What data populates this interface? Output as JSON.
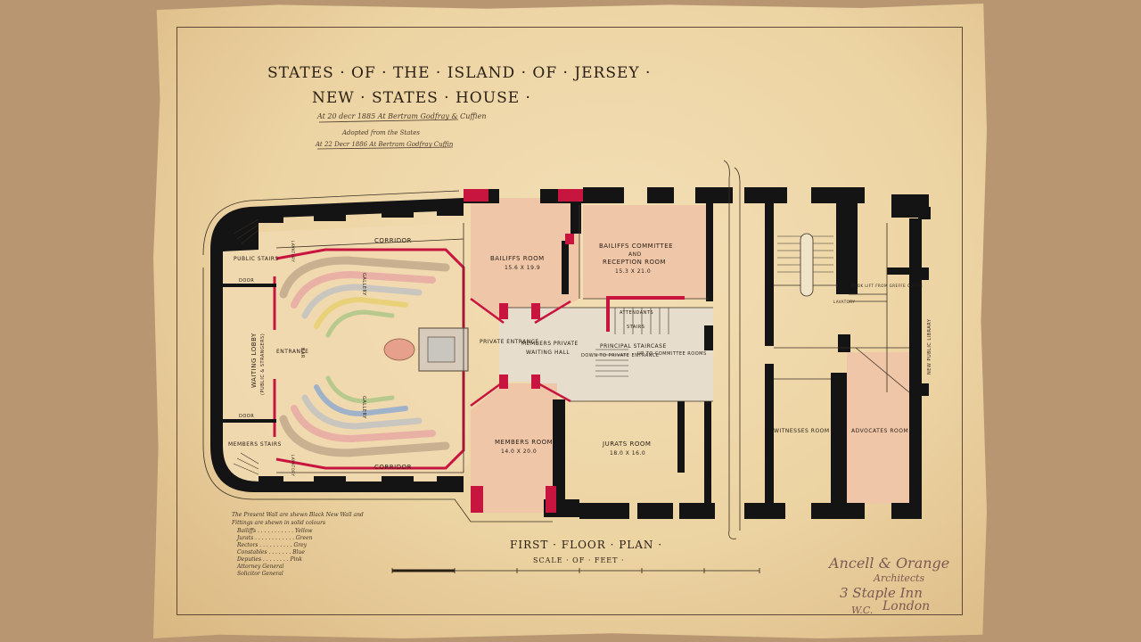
{
  "title": {
    "line1": "STATES · OF · THE · ISLAND · OF · JERSEY ·",
    "line2": "NEW · STATES · HOUSE ·",
    "note1": "At 20 decr 1885 At Bertram Godfray & Cuffien",
    "note2": "Adopted from the States",
    "note3": "At 22 Decr 1886 At Bertram Godfray Cuffin"
  },
  "rooms": {
    "corridor_top": "CORRIDOR",
    "corridor_bottom": "CORRIDOR",
    "public_stairs": "PUBLIC STAIRS",
    "members_stairs": "MEMBERS STAIRS",
    "waiting_lobby": "WAITING LOBBY",
    "waiting_lobby_sub": "(PUBLIC & STRANGERS)",
    "entrance": "ENTRANCE",
    "bar": "BAR",
    "gallery_top": "GALLERY",
    "gallery_bottom": "GALLERY",
    "lavatory_top": "LAVATORY",
    "lavatory_bottom": "LAVATORY",
    "door_top": "DOOR",
    "door_bottom": "DOOR",
    "bailiffs_room": "BAILIFFS ROOM",
    "bailiffs_room_dim": "15.6 X 19.9",
    "bailiffs_committee_line1": "BAILIFFS COMMITTEE",
    "bailiffs_committee_line2": "AND",
    "bailiffs_committee_line3": "RECEPTION ROOM",
    "bailiffs_committee_dim": "15.3 X 21.0",
    "attendants": "ATTENDANTS",
    "stairs": "STAIRS",
    "private_entrance": "PRIVATE ENTRANCE",
    "members_private": "MEMBERS PRIVATE",
    "waiting_hall": "WAITING HALL",
    "principal_staircase": "PRINCIPAL STAIRCASE",
    "up_to_committee": "UP TO COMMITTEE ROOMS",
    "down_to_private": "DOWN TO PRIVATE ENTRANCE",
    "members_room": "MEMBERS ROOM",
    "members_room_dim": "14.0 X 20.0",
    "jurats_room": "JURATS ROOM",
    "jurats_room_dim": "18.0 X 16.0",
    "witnesses_room": "WITNESSES ROOM",
    "advocates_room": "ADVOCATES ROOM",
    "lavatory_right": "LAVATORY",
    "book_lift": "BOOK LIFT FROM GREFFE OFFICE",
    "new_public_library": "NEW PUBLIC LIBRARY"
  },
  "legend": {
    "lines": [
      "The Present Wall are shewn Black New Wall and",
      "Fittings are shewn in solid colours",
      "Bailiffs . . . . . . . . . . . Yellow",
      "Jurats . . . . . . . . . . . . Green",
      "Rectors . . . . . . . . . . Grey",
      "Constables . . . . . . . Blue",
      "Deputies . . . . . . . . Pink",
      "Attorney General",
      "Solicitor General"
    ]
  },
  "footer": {
    "plan_title": "FIRST · FLOOR · PLAN ·",
    "scale_label": "SCALE · OF · FEET ·",
    "signature_line1": "Ancell & Orange",
    "signature_line2": "Architects",
    "signature_line3": "3 Staple Inn",
    "signature_line4": "London",
    "signature_line5": "W.C."
  },
  "colors": {
    "wall": "#141414",
    "new_wall": "#c8153f",
    "pink_wash": "#f0c6a8",
    "grey_wash": "#e3d8c8",
    "bench_yellow": "#e9d17a",
    "bench_green": "#b7c98c",
    "bench_grey": "#c9c6c0",
    "bench_blue": "#9fb2c9",
    "bench_pink": "#e9b0a5",
    "paper": "#efd9ad",
    "background": "#b89672"
  }
}
